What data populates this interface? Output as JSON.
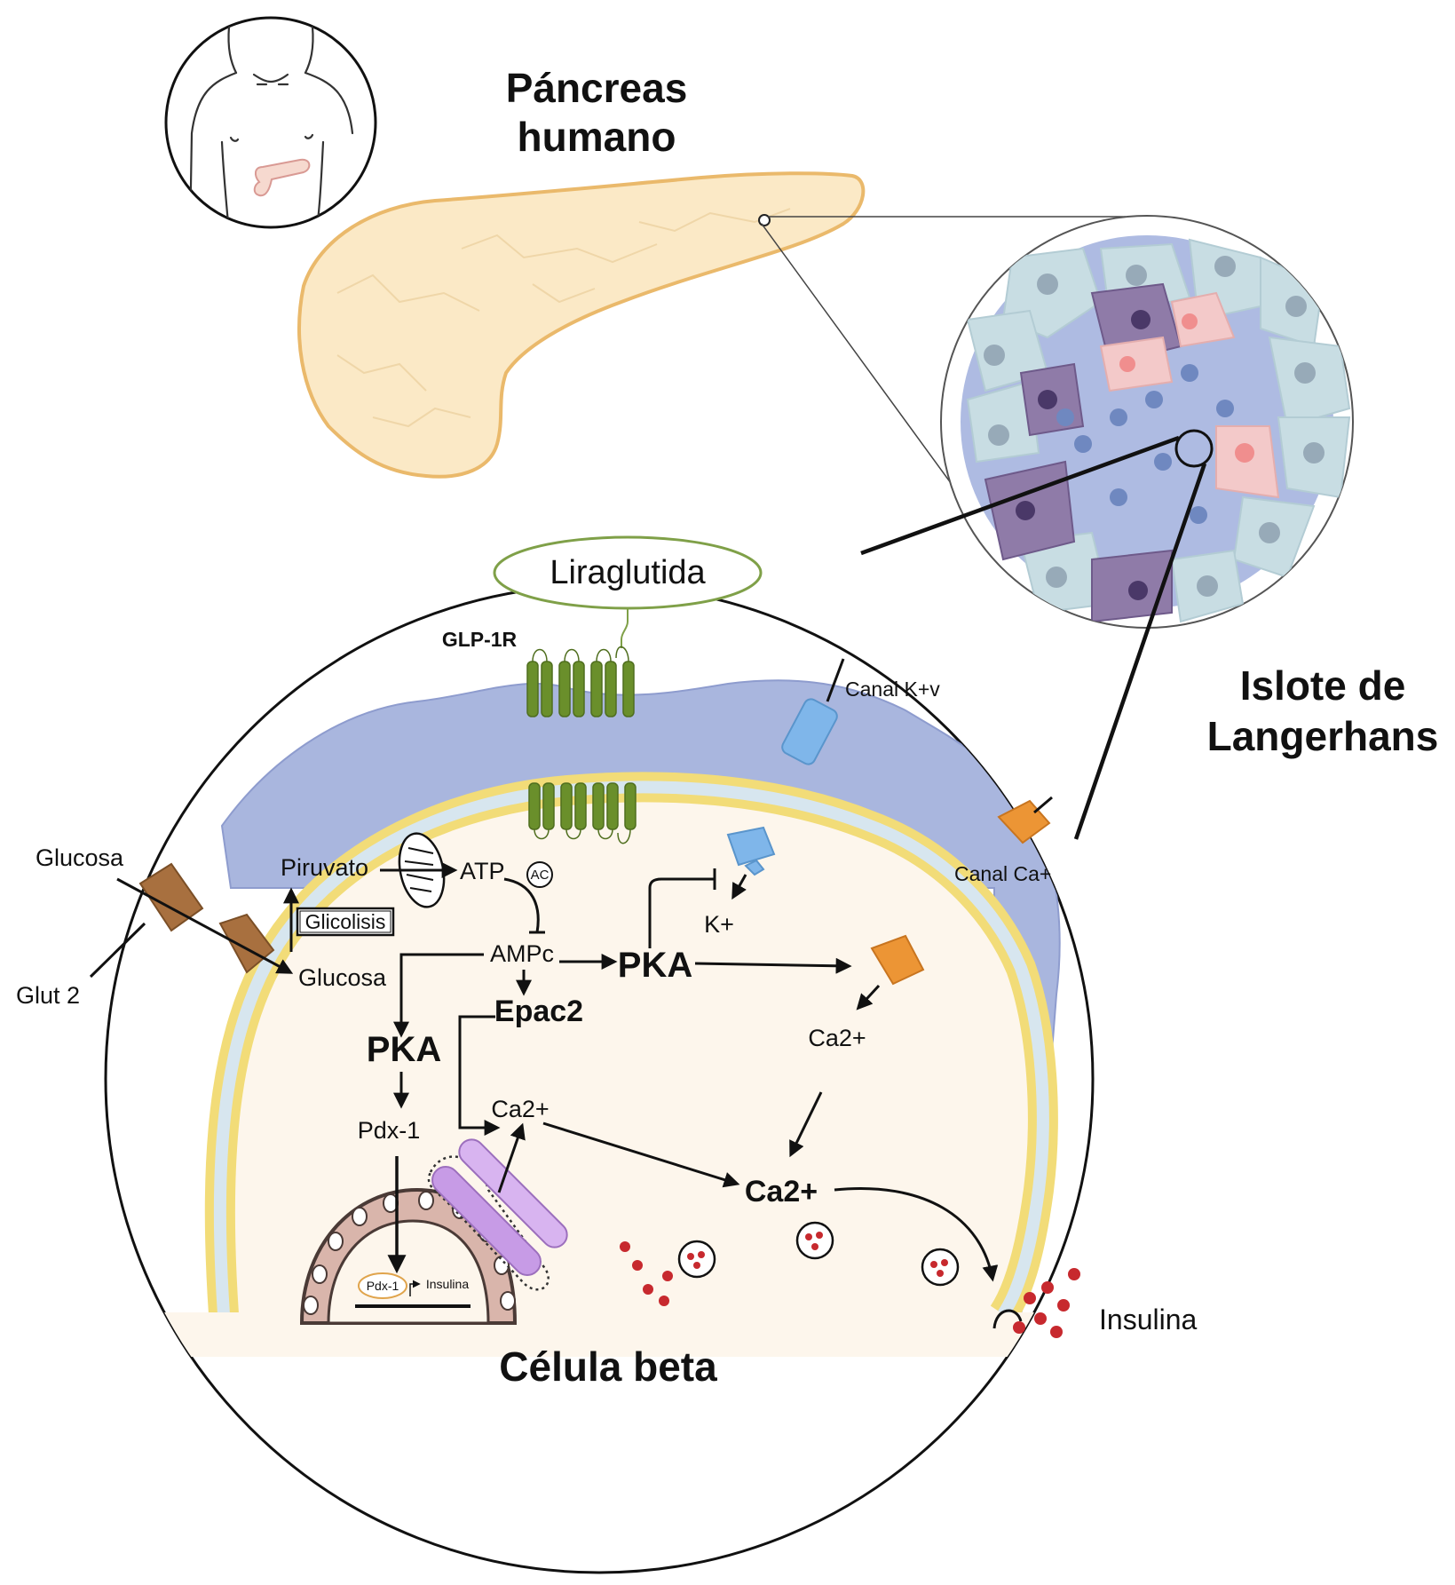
{
  "labels": {
    "pancreas_title_line1": "Páncreas",
    "pancreas_title_line2": "humano",
    "islet_title_line1": "Islote de",
    "islet_title_line2": "Langerhans",
    "beta_cell_title": "Célula beta",
    "liraglutide": "Liraglutida",
    "glp1r": "GLP-1R",
    "canal_kv": "Canal K+v",
    "canal_ca": "Canal Ca+",
    "glucosa_out": "Glucosa",
    "glut2": "Glut 2",
    "glucosa_in": "Glucosa",
    "piruvato": "Piruvato",
    "glicolisis": "Glicolisis",
    "atp": "ATP",
    "ac": "AC",
    "ampc": "AMPc",
    "pka_left": "PKA",
    "pka_center": "PKA",
    "epac2": "Epac2",
    "pdx1": "Pdx-1",
    "pdx1_small": "Pdx-1",
    "insulina_gene": "Insulina",
    "k_plus": "K+",
    "ca2_channel": "Ca2+",
    "ca2_er": "Ca2+",
    "ca2_big": "Ca2+",
    "insulina_out": "Insulina"
  },
  "colors": {
    "pancreas_fill": "#fbe9c6",
    "pancreas_stroke": "#eab96b",
    "cytoplasm": "#fdf6ec",
    "membrane_yellow": "#f2dc78",
    "membrane_blue": "#d7e6ef",
    "outer_blue": "#a9b6de",
    "receptor_green": "#6a8f2b",
    "liraglutide_stroke": "#7fa048",
    "k_channel": "#7fb6ea",
    "ca_channel": "#ec9535",
    "glut2": "#a8703f",
    "nucleus": "#d9b5ab",
    "golgi": "#c79be6",
    "insulin_granule": "#c7292e",
    "islet_alpha": "#c8dde3",
    "islet_beta": "#aebbe2",
    "islet_delta": "#8f7ba8",
    "islet_pp": "#f3c9c9"
  },
  "icons": {
    "human_torso": "human-torso-icon",
    "mitochondrion": "mitochondrion-icon",
    "golgi": "golgi-apparatus-icon",
    "nucleus": "nucleus-icon"
  }
}
